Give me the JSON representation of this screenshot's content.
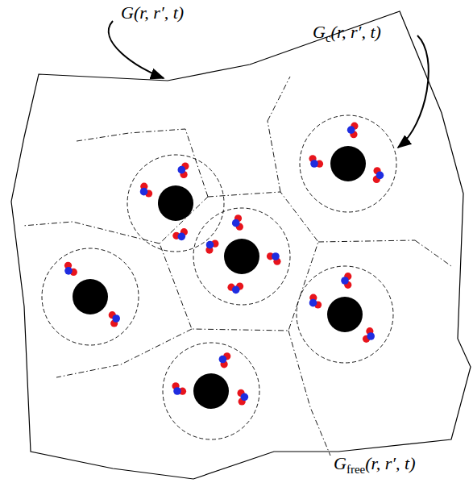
{
  "diagram": {
    "labels": [
      "G(r, r′, t)",
      "Gc(r, r′, t)",
      "Gfree(r, r′, t)"
    ]
  }
}
